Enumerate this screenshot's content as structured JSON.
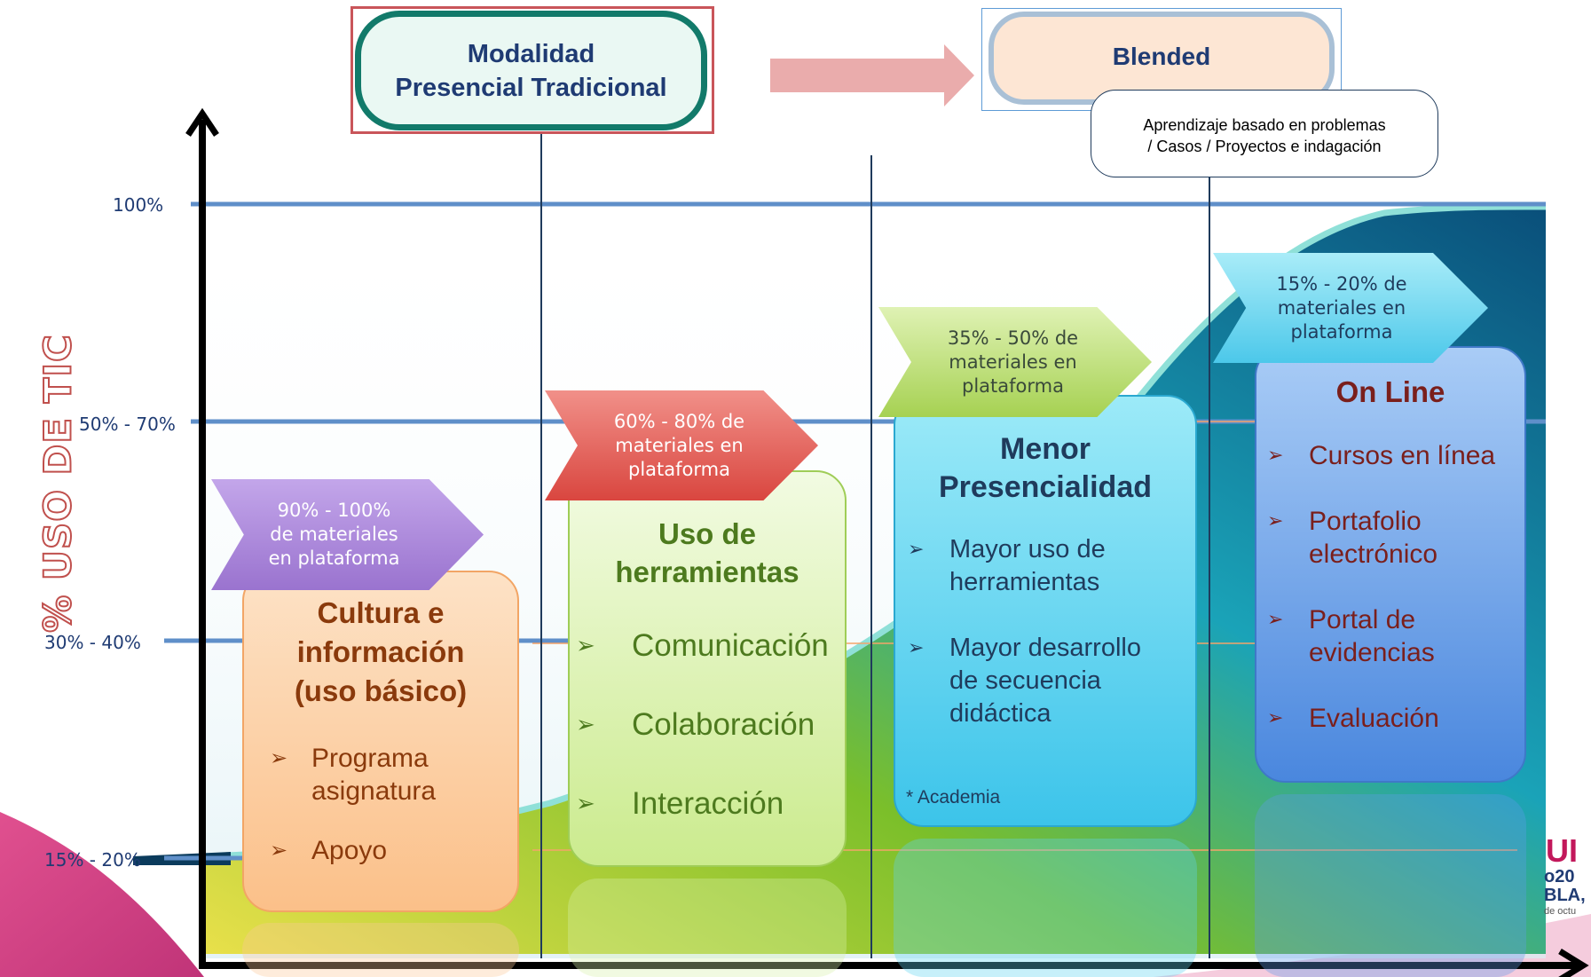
{
  "top_boxes": {
    "traditional": {
      "line1": "Modalidad",
      "line2": "Presencial Tradicional"
    },
    "blended": {
      "label": "Blended"
    },
    "blended_note": {
      "line1": "Aprendizaje basado en problemas",
      "line2": "/ Casos / Proyectos e indagación"
    }
  },
  "y_axis": {
    "title": "% USO DE TIC",
    "levels": [
      "100%",
      "50% - 70%",
      "30% - 40%",
      "15% - 20%"
    ]
  },
  "arrow_tags": [
    {
      "line1": "90% - 100%",
      "line2": "de materiales",
      "line3": "en plataforma",
      "color": "#a583d6"
    },
    {
      "line1": "60% - 80% de",
      "line2": "materiales en",
      "line3": "plataforma",
      "color": "#e2635f"
    },
    {
      "line1": "35% - 50% de",
      "line2": "materiales en",
      "line3": "plataforma",
      "color": "#b5dc64"
    },
    {
      "line1": "15% - 20% de",
      "line2": "materiales en",
      "line3": "plataforma",
      "color": "#6fd8ee"
    }
  ],
  "cards": {
    "cultura": {
      "title1": "Cultura e",
      "title2": "información",
      "title3": "(uso básico)",
      "items": [
        {
          "l1": "Programa",
          "l2": "asignatura"
        },
        {
          "l1": "Apoyo"
        }
      ],
      "color": "#fcc897"
    },
    "herramientas": {
      "title1": "Uso de",
      "title2": "herramientas",
      "items": [
        "Comunicación",
        "Colaboración",
        "Interacción"
      ],
      "color": "#d6f0a8"
    },
    "menor": {
      "title1": "Menor",
      "title2": "Presencialidad",
      "items": [
        {
          "l1": "Mayor uso de",
          "l2": "herramientas"
        },
        {
          "l1": "Mayor desarrollo",
          "l2": "de secuencia",
          "l3": "didáctica"
        }
      ],
      "note": "* Academia",
      "color": "#5fd3f0"
    },
    "online": {
      "title": "On Line",
      "items": [
        {
          "l1": "Cursos en línea"
        },
        {
          "l1": "Portafolio",
          "l2": "electrónico"
        },
        {
          "l1": "Portal de",
          "l2": "evidencias"
        },
        {
          "l1": "Evaluación"
        }
      ],
      "color": "#5f9bea"
    }
  },
  "bullet_char": "➢",
  "watermark": {
    "line1": "UI",
    "line2": "o20",
    "line3": "BLA,",
    "line4": "de octu"
  }
}
